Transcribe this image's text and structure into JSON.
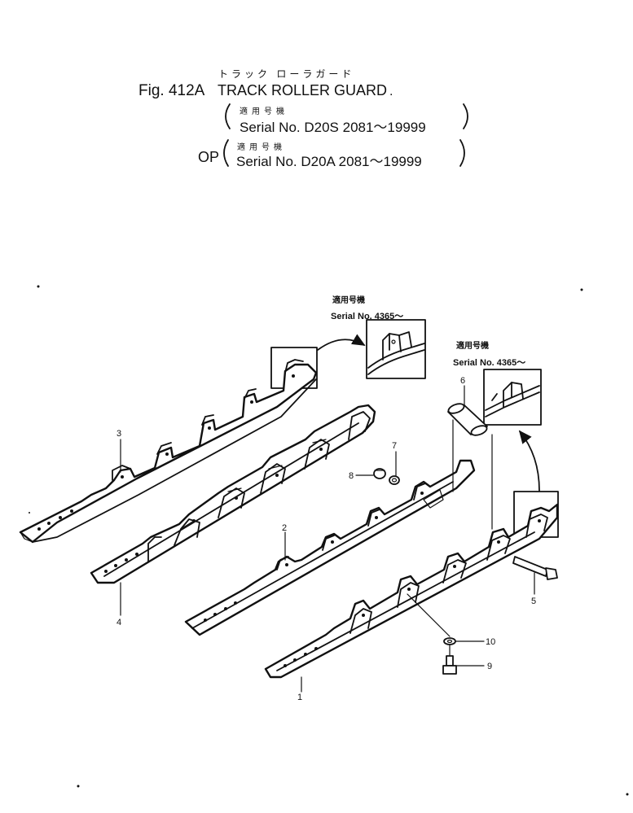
{
  "header": {
    "kana_title": "トラック ローラガード",
    "fig_label": "Fig. 412A",
    "title": "TRACK ROLLER GUARD",
    "dot": ".",
    "serial_lines": [
      {
        "prefix": "",
        "kana": "適用号機",
        "text": "Serial No. D20S 2081～19999"
      },
      {
        "prefix": "OP",
        "kana": "適用号機",
        "text": "Serial No. D20A 2081～19999"
      }
    ]
  },
  "callouts": [
    {
      "kana": "適用号機",
      "text": "Serial No. 4365～"
    },
    {
      "kana": "適用号機",
      "text": "Serial No. 4365～"
    }
  ],
  "parts": [
    {
      "number": "1"
    },
    {
      "number": "2"
    },
    {
      "number": "3"
    },
    {
      "number": "4"
    },
    {
      "number": "5"
    },
    {
      "number": "6"
    },
    {
      "number": "7"
    },
    {
      "number": "8"
    },
    {
      "number": "9"
    },
    {
      "number": "10"
    }
  ]
}
